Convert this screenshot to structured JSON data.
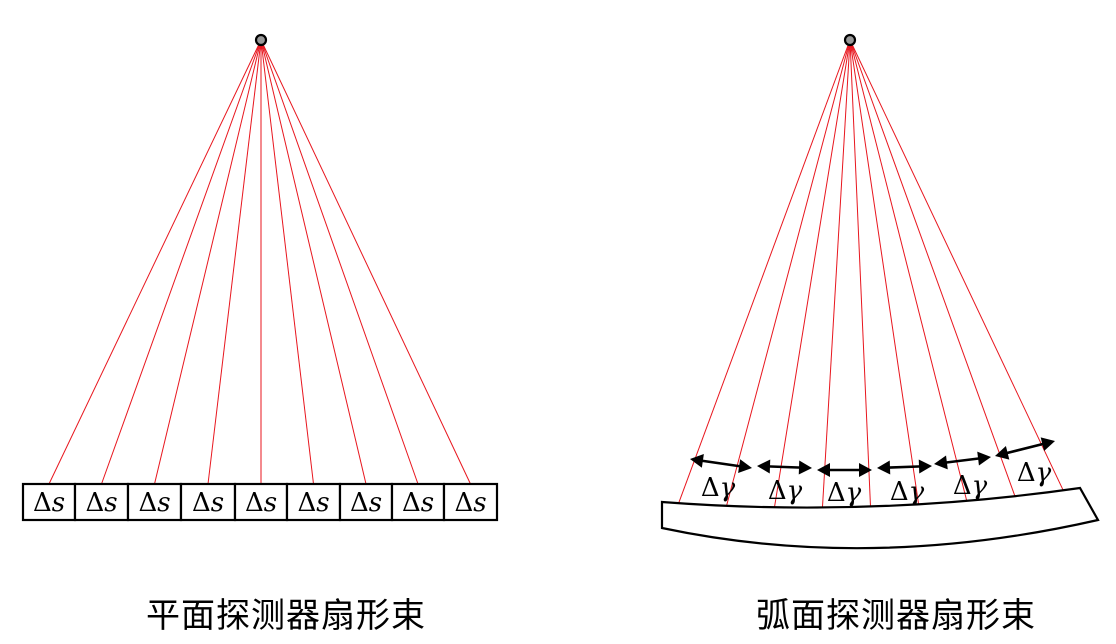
{
  "diagrams": [
    {
      "id": "flat",
      "caption": "平面探测器扇形束",
      "cell_symbol": "Δ",
      "cell_variable": "s",
      "cell_count": 9,
      "ray_count": 9
    },
    {
      "id": "arc",
      "caption": "弧面探测器扇形束",
      "arc_symbol": "Δ",
      "arc_variable": "γ",
      "arc_count": 6,
      "ray_count": 9
    }
  ],
  "colors": {
    "ray": "#e8161e",
    "outline": "#000000",
    "source": "#9a9a9a"
  }
}
